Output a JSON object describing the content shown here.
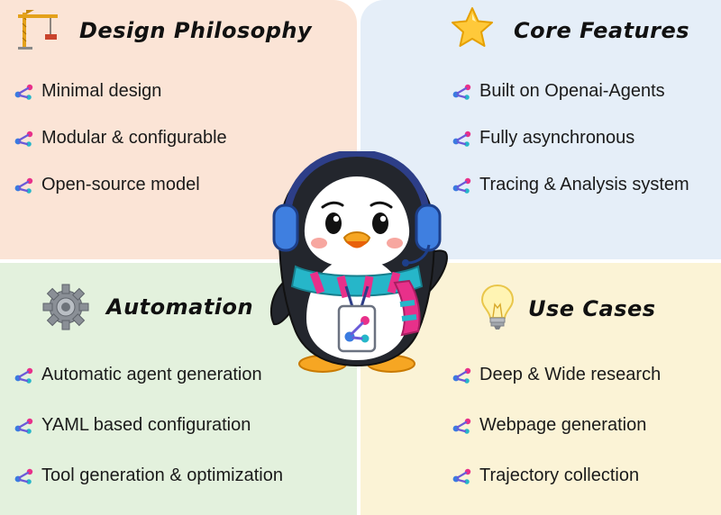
{
  "quadrants": {
    "design": {
      "title": "Design Philosophy",
      "icon": "crane-icon",
      "items": [
        "Minimal design",
        "Modular & configurable",
        "Open-source model"
      ]
    },
    "features": {
      "title": "Core Features",
      "icon": "star-icon",
      "items": [
        "Built on Openai-Agents",
        "Fully asynchronous",
        "Tracing & Analysis system"
      ]
    },
    "automation": {
      "title": "Automation",
      "icon": "gear-icon",
      "items": [
        "Automatic agent generation",
        "YAML based configuration",
        "Tool generation & optimization"
      ]
    },
    "usecases": {
      "title": "Use Cases",
      "icon": "lightbulb-icon",
      "items": [
        "Deep & Wide research",
        "Webpage generation",
        "Trajectory collection"
      ]
    }
  },
  "mascot": "penguin-mascot-icon",
  "colors": {
    "design_bg": "#fbe4d6",
    "features_bg": "#e5eef8",
    "automation_bg": "#e3f1dd",
    "usecases_bg": "#fbf3d6"
  }
}
